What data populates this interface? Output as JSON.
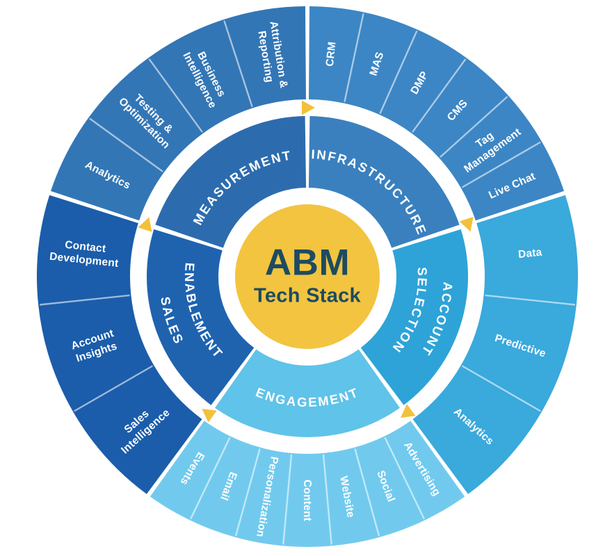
{
  "center": {
    "line1": "ABM",
    "line2": "Tech Stack"
  },
  "wheel": {
    "type": "sunburst",
    "direction": "clockwise",
    "center_color": "#F2C440",
    "center_text_color": "#1D4B61",
    "arrow_color": "#F2C13B",
    "label_color": "#FFFFFF",
    "divider_color": "rgba(255,255,255,0.55)",
    "arrows_at_deg": [
      0,
      72,
      144,
      216,
      288
    ],
    "sections": [
      {
        "id": "infrastructure",
        "label": "INFRASTRUCTURE",
        "label_lines": [
          "INFRASTRUCTURE"
        ],
        "flip_label": false,
        "start_deg": 0,
        "end_deg": 72,
        "inner_color": "#3A80BF",
        "outer_color": "#3C86C5",
        "children": [
          {
            "label": "CRM",
            "lines": [
              "CRM"
            ]
          },
          {
            "label": "MAS",
            "lines": [
              "MAS"
            ]
          },
          {
            "label": "DMP",
            "lines": [
              "DMP"
            ]
          },
          {
            "label": "CMS",
            "lines": [
              "CMS"
            ]
          },
          {
            "label": "Tag Management",
            "lines": [
              "Tag",
              "Management"
            ]
          },
          {
            "label": "Live Chat",
            "lines": [
              "Live Chat"
            ]
          }
        ]
      },
      {
        "id": "account-selection",
        "label": "ACCOUNT SELECTION",
        "label_lines": [
          "ACCOUNT",
          "SELECTION"
        ],
        "flip_label": false,
        "start_deg": 72,
        "end_deg": 144,
        "inner_color": "#2EA3D8",
        "outer_color": "#3AA9DC",
        "children": [
          {
            "label": "Data",
            "lines": [
              "Data"
            ]
          },
          {
            "label": "Predictive",
            "lines": [
              "Predictive"
            ]
          },
          {
            "label": "Analytics",
            "lines": [
              "Analytics"
            ]
          }
        ]
      },
      {
        "id": "engagement",
        "label": "ENGAGEMENT",
        "label_lines": [
          "ENGAGEMENT"
        ],
        "flip_label": true,
        "start_deg": 144,
        "end_deg": 216,
        "inner_color": "#60C3E9",
        "outer_color": "#71CAEE",
        "children": [
          {
            "label": "Advertising",
            "lines": [
              "Advertising"
            ]
          },
          {
            "label": "Social",
            "lines": [
              "Social"
            ]
          },
          {
            "label": "Website",
            "lines": [
              "Website"
            ]
          },
          {
            "label": "Content",
            "lines": [
              "Content"
            ]
          },
          {
            "label": "Personalization",
            "lines": [
              "Personalization"
            ]
          },
          {
            "label": "Email",
            "lines": [
              "Email"
            ]
          },
          {
            "label": "Events",
            "lines": [
              "Events"
            ]
          }
        ]
      },
      {
        "id": "sales-enablement",
        "label": "SALES ENABLEMENT",
        "label_lines": [
          "SALES",
          "ENABLEMENT"
        ],
        "flip_label": true,
        "start_deg": 216,
        "end_deg": 288,
        "inner_color": "#1F63AF",
        "outer_color": "#1B5DAA",
        "children": [
          {
            "label": "Sales Intelligence",
            "lines": [
              "Sales",
              "Intelligence"
            ]
          },
          {
            "label": "Account Insights",
            "lines": [
              "Account",
              "Insights"
            ]
          },
          {
            "label": "Contact Development",
            "lines": [
              "Contact",
              "Development"
            ]
          }
        ]
      },
      {
        "id": "measurement",
        "label": "MEASUREMENT",
        "label_lines": [
          "MEASUREMENT"
        ],
        "flip_label": false,
        "start_deg": 288,
        "end_deg": 360,
        "inner_color": "#2C6CAE",
        "outer_color": "#3376B6",
        "children": [
          {
            "label": "Analytics",
            "lines": [
              "Analytics"
            ]
          },
          {
            "label": "Testing & Optimization",
            "lines": [
              "Testing &",
              "Optimization"
            ]
          },
          {
            "label": "Business Intelligence",
            "lines": [
              "Business",
              "Intelligence"
            ]
          },
          {
            "label": "Attribution & Reporting",
            "lines": [
              "Attribution &",
              "Reporting"
            ]
          }
        ]
      }
    ]
  }
}
